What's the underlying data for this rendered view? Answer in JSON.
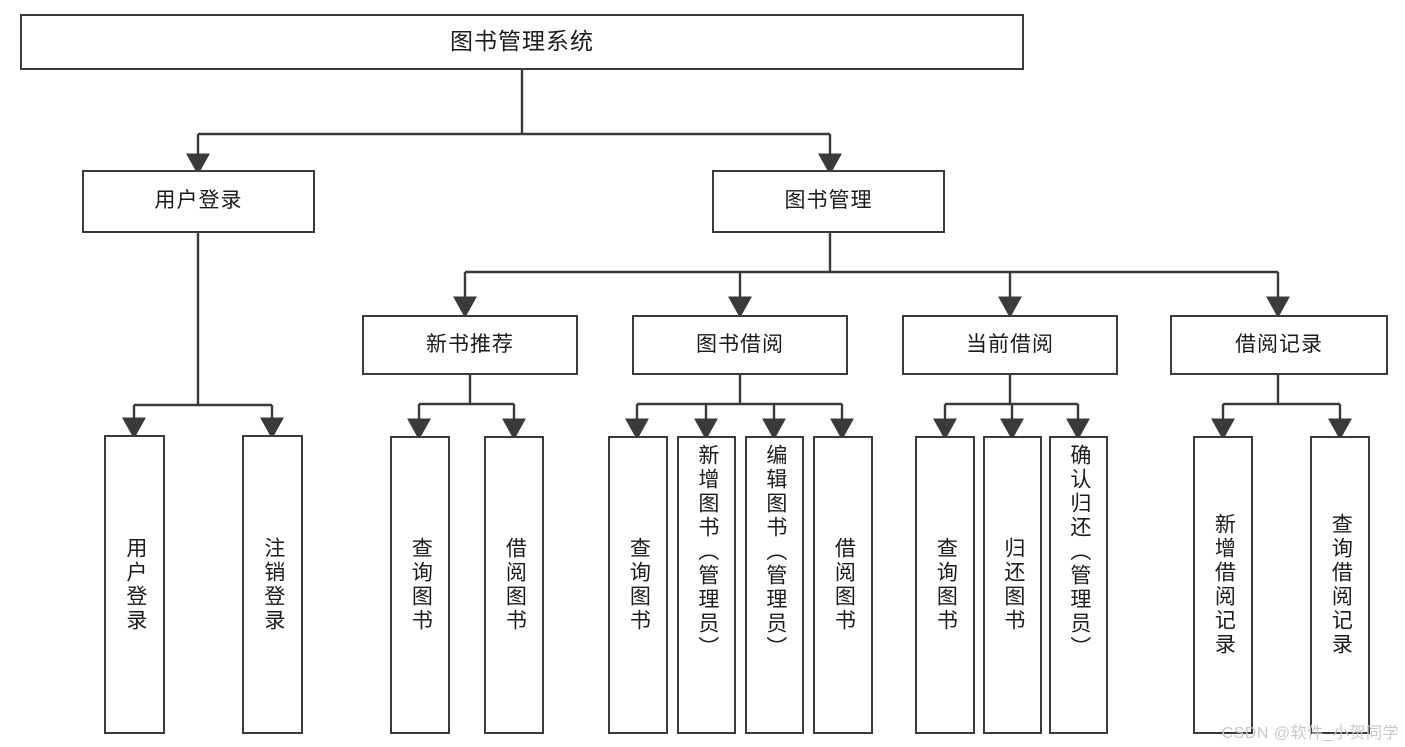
{
  "diagram": {
    "title": "图书管理系统",
    "type": "tree-hierarchy-diagram",
    "colors": {
      "box_border": "#3a3a3a",
      "box_fill": "#ffffff",
      "edge": "#3a3a3a",
      "text": "#1b1b1b",
      "watermark": "#c8c8c8",
      "background": "#ffffff"
    },
    "root": {
      "label": "图书管理系统"
    },
    "level2": [
      {
        "label": "用户登录"
      },
      {
        "label": "图书管理"
      }
    ],
    "level3": [
      {
        "label": "新书推荐"
      },
      {
        "label": "图书借阅"
      },
      {
        "label": "当前借阅"
      },
      {
        "label": "借阅记录"
      }
    ],
    "leaves": {
      "user_login": [
        {
          "label": "用户登录"
        },
        {
          "label": "注销登录"
        }
      ],
      "new_book_recommend": [
        {
          "label": "查询图书"
        },
        {
          "label": "借阅图书"
        }
      ],
      "book_borrow": [
        {
          "label": "查询图书"
        },
        {
          "label": "新增图书（管理员）"
        },
        {
          "label": "编辑图书（管理员）"
        },
        {
          "label": "借阅图书"
        }
      ],
      "current_borrow": [
        {
          "label": "查询图书"
        },
        {
          "label": "归还图书"
        },
        {
          "label": "确认归还（管理员）"
        }
      ],
      "borrow_record": [
        {
          "label": "新增借阅记录"
        },
        {
          "label": "查询借阅记录"
        }
      ]
    },
    "watermark": "CSDN @软件_小贺同学"
  }
}
